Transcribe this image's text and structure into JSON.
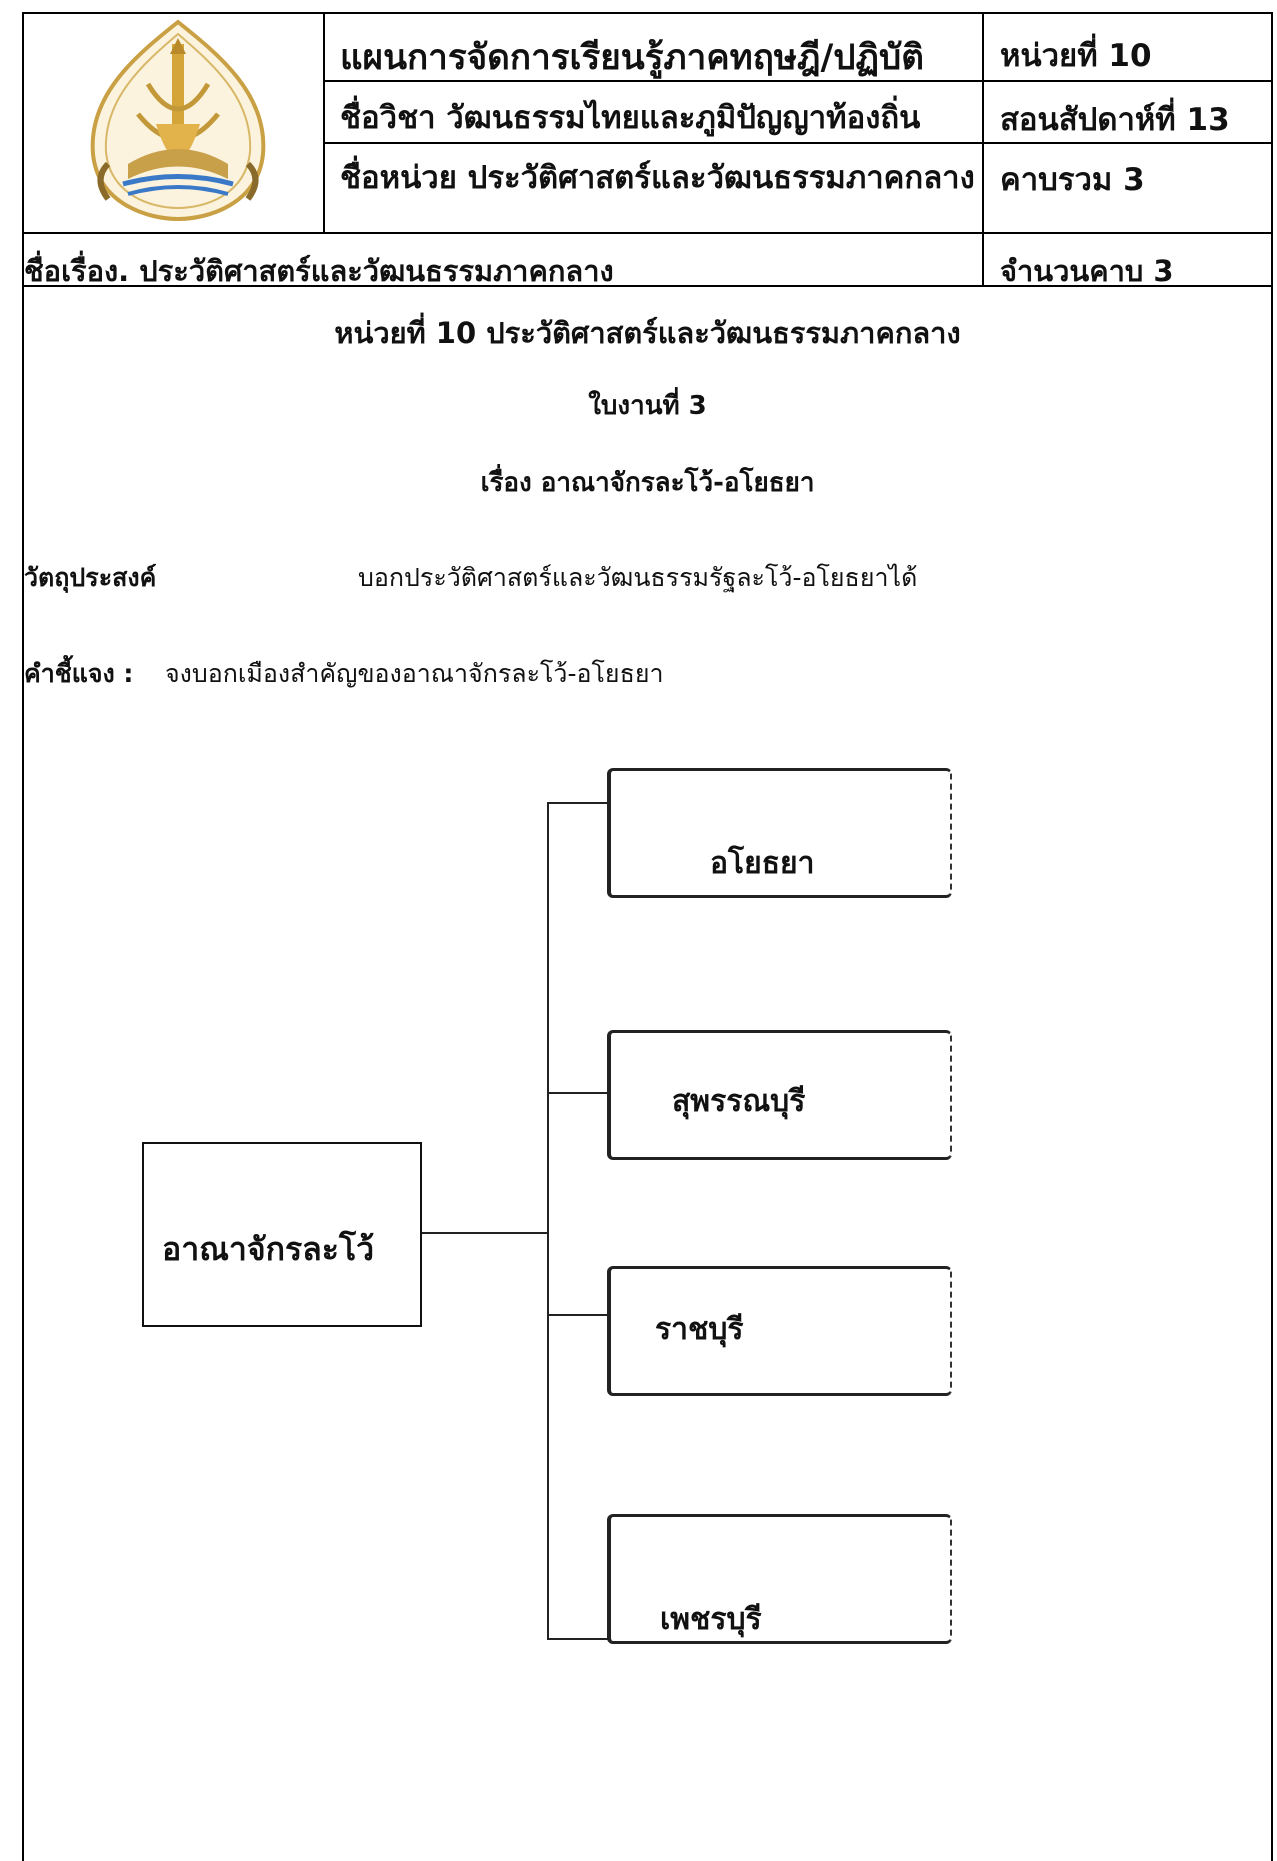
{
  "header": {
    "plan_title": "แผนการจัดการเรียนรู้ภาคทฤษฎี/ปฏิบัติ",
    "subject": "ชื่อวิชา  วัฒนธรรมไทยและภูมิปัญญาท้องถิ่น",
    "unit_name": "ชื่อหน่วย ประวัติศาสตร์และวัฒนธรรมภาคกลาง",
    "unit_no": "หน่วยที่ 10",
    "week": "สอนสัปดาห์ที่ 13",
    "total_periods": "คาบรวม 3",
    "topic": "ชื่อเรื่อง. ประวัติศาสตร์และวัฒนธรรมภาคกลาง",
    "periods": "จำนวนคาบ 3"
  },
  "worksheet": {
    "unit_heading": "หน่วยที่  10 ประวัติศาสตร์และวัฒนธรรมภาคกลาง",
    "sheet_no": "ใบงานที่ 3",
    "subject_line": "เรื่อง  อาณาจักรละโว้-อโยธยา",
    "objective_label": "วัตถุประสงค์",
    "objective_text": "บอกประวัติศาสตร์และวัฒนธรรมรัฐละโว้-อโยธยาได้",
    "instruction_label": "คำชี้แจง :",
    "instruction_text": "จงบอกเมืองสำคัญของอาณาจักรละโว้-อโยธยา"
  },
  "diagram": {
    "root": "อาณาจักรละโว้",
    "branches": [
      "อโยธยา",
      "สุพรรณบุรี",
      "ราชบุรี",
      "เพชรบุรี"
    ]
  },
  "colors": {
    "line": "#000000",
    "background": "#ffffff"
  }
}
